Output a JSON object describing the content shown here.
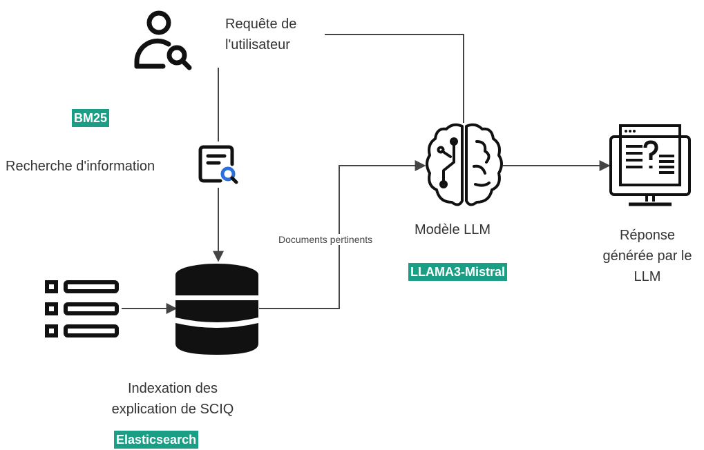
{
  "nodes": {
    "user_query": {
      "line1": "Requête de",
      "line2": "l'utilisateur",
      "icon": "user-search-icon"
    },
    "search": {
      "label": "Recherche d'information",
      "icon": "document-search-icon"
    },
    "bm25": {
      "tag": "BM25",
      "color": "#1a9e86"
    },
    "index": {
      "line1": "Indexation des",
      "line2": "explication de SCIQ",
      "icon": "database-icon"
    },
    "source_list": {
      "icon": "list-icon"
    },
    "elasticsearch": {
      "tag": "Elasticsearch"
    },
    "docs_edge": {
      "label": "Documents pertinents"
    },
    "llm": {
      "label": "Modèle LLM",
      "tag": "LLAMA3-Mistral",
      "icon": "brain-icon"
    },
    "response": {
      "line1": "Réponse",
      "line2": "générée par le",
      "line3": "LLM",
      "icon": "computer-question-icon"
    }
  }
}
